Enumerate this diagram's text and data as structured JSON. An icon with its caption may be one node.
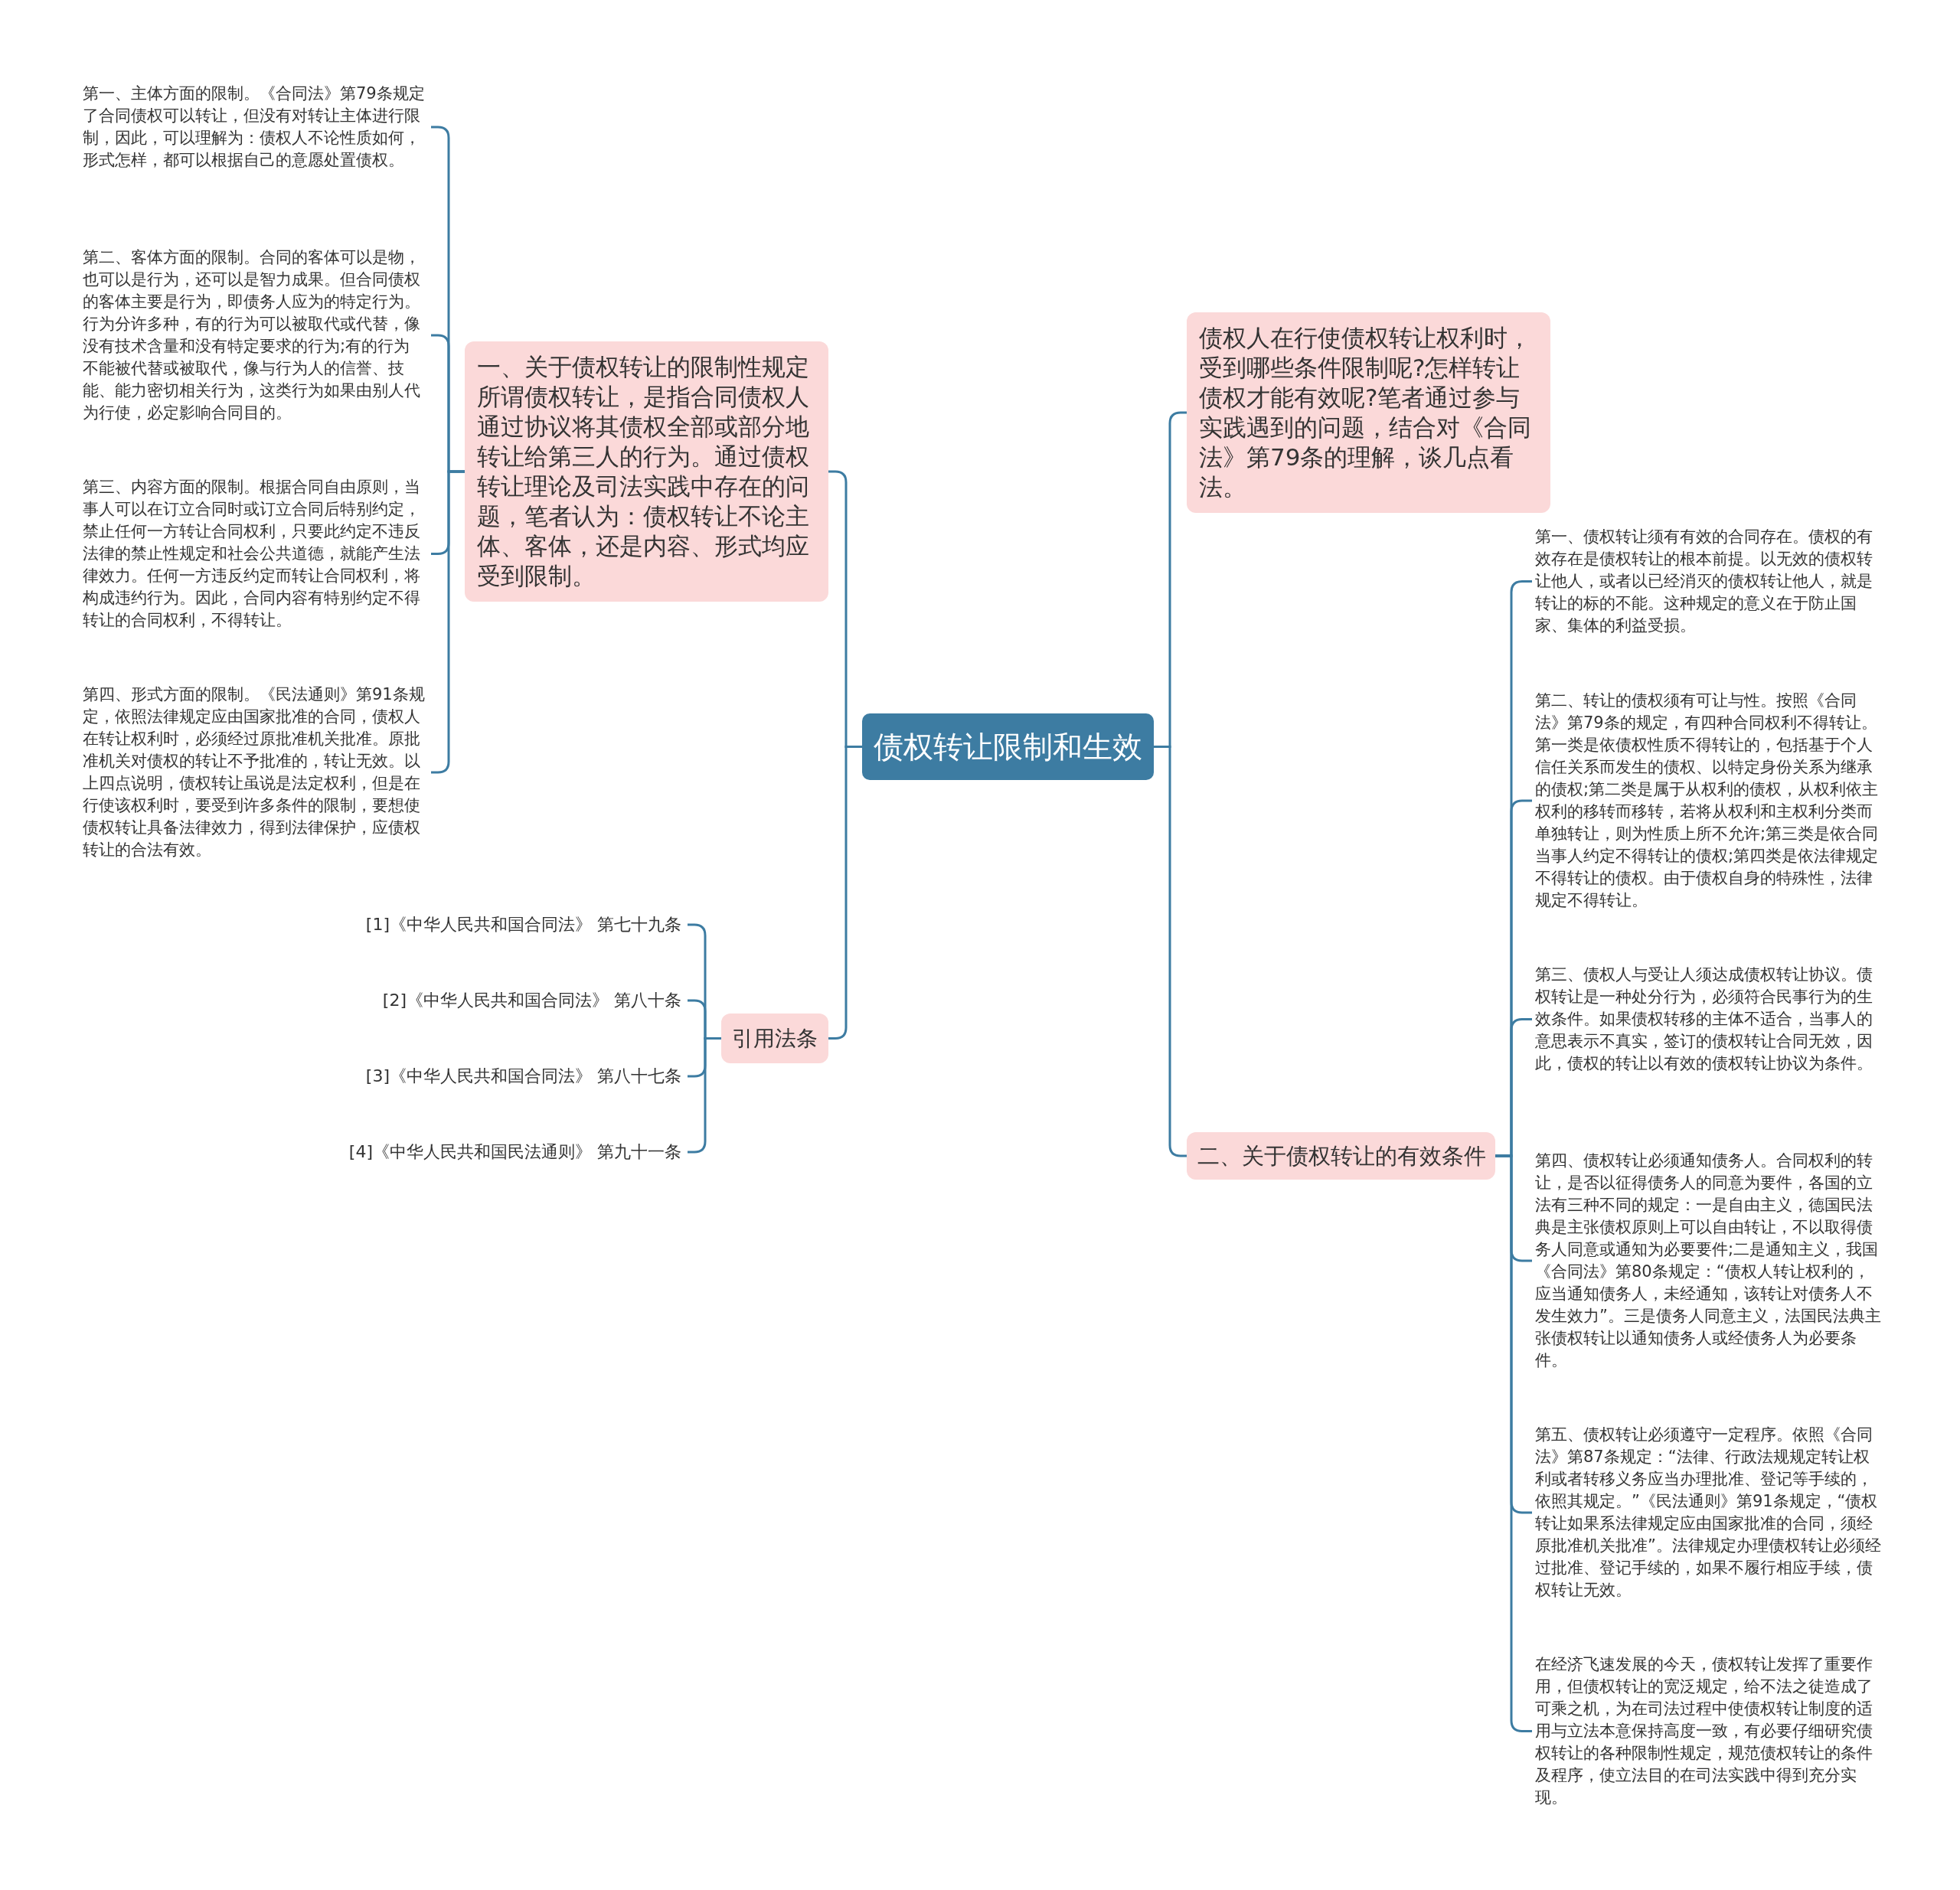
{
  "diagram": {
    "nodes": [
      {
        "text": [
          "债权转让限制和生效"
        ]
      },
      {
        "text": [
          "一、关于债权转让的限制性规定所谓债权转让，是指合同债权人通过协议将其债权全部或部分地转让给第三人的行为。通过债权转让理论及司法实践中存在的问题，笔者认为：债权转让不论主体、客体，还是内容、形式均应受到限制。"
        ]
      },
      {
        "text": [
          "第一、主体方面的限制。《合同法》第79条规定了合同债权可以转让，但没有对转让主体进行限制，因此，可以理解为：债权人不论性质如何，形式怎样，都可以根据自己的意愿处置债权。"
        ]
      },
      {
        "text": [
          "第二、客体方面的限制。合同的客体可以是物，也可以是行为，还可以是智力成果。但合同债权的客体主要是行为，即债务人应为的特定行为。行为分许多种，有的行为可以被取代或代替，像没有技术含量和没有特定要求的行为;有的行为不能被代替或被取代，像与行为人的信誉、技能、能力密切相关行为，这类行为如果由别人代为行使，必定影响合同目的。"
        ]
      },
      {
        "text": [
          "第三、内容方面的限制。根据合同自由原则，当事人可以在订立合同时或订立合同后特别约定，禁止任何一方转让合同权利，只要此约定不违反法律的禁止性规定和社会公共道德，就能产生法律效力。任何一方违反约定而转让合同权利，将构成违约行为。因此，合同内容有特别约定不得转让的合同权利，不得转让。"
        ]
      },
      {
        "text": [
          "第四、形式方面的限制。《民法通则》第91条规定，依照法律规定应由国家批准的合同，债权人在转让权利时，必须经过原批准机关批准。原批准机关对债权的转让不予批准的，转让无效。以上四点说明，债权转让虽说是法定权利，但是在行使该权利时，要受到许多条件的限制，要想使债权转让具备法律效力，得到法律保护，应债权转让的合法有效。"
        ]
      },
      {
        "text": [
          "引用法条"
        ]
      },
      {
        "text": [
          "[1]《中华人民共和国合同法》 第七十九条"
        ]
      },
      {
        "text": [
          "[2]《中华人民共和国合同法》 第八十条"
        ]
      },
      {
        "text": [
          "[3]《中华人民共和国合同法》 第八十七条"
        ]
      },
      {
        "text": [
          "[4]《中华人民共和国民法通则》 第九十一条"
        ]
      },
      {
        "text": [
          "债权人在行使债权转让权利时，受到哪些条件限制呢?怎样转让债权才能有效呢?笔者通过参与实践遇到的问题，结合对《合同法》第79条的理解，谈几点看法。"
        ]
      },
      {
        "text": [
          "二、关于债权转让的有效条件"
        ]
      },
      {
        "text": [
          "第一、债权转让须有有效的合同存在。债权的有效存在是债权转让的根本前提。以无效的债权转让他人，或者以已经消灭的债权转让他人，就是转让的标的不能。这种规定的意义在于防止国家、集体的利益受损。"
        ]
      },
      {
        "text": [
          "第二、转让的债权须有可让与性。按照《合同法》第79条的规定，有四种合同权利不得转让。第一类是依债权性质不得转让的，包括基于个人信任关系而发生的债权、以特定身份关系为继承的债权;第二类是属于从权利的债权，从权利依主权利的移转而移转，若将从权利和主权利分类而单独转让，则为性质上所不允许;第三类是依合同当事人约定不得转让的债权;第四类是依法律规定不得转让的债权。由于债权自身的特殊性，法律规定不得转让。"
        ]
      },
      {
        "text": [
          "第三、债权人与受让人须达成债权转让协议。债权转让是一种处分行为，必须符合民事行为的生效条件。如果债权转移的主体不适合，当事人的意思表示不真实，签订的债权转让合同无效，因此，债权的转让以有效的债权转让协议为条件。"
        ]
      },
      {
        "text": [
          "第四、债权转让必须通知债务人。合同权利的转让，是否以征得债务人的同意为要件，各国的立法有三种不同的规定：一是自由主义，德国民法典是主张债权原则上可以自由转让，不以取得债务人同意或通知为必要要件;二是通知主义，我国《合同法》第80条规定：“债权人转让权利的，应当通知债务人，未经通知，该转让对债务人不发生效力”。三是债务人同意主义，法国民法典主张债权转让以通知债务人或经债务人为必要条件。"
        ]
      },
      {
        "text": [
          "第五、债权转让必须遵守一定程序。依照《合同法》第87条规定：“法律、行政法规规定转让权利或者转移义务应当办理批准、登记等手续的，依照其规定。”《民法通则》第91条规定，“债权转让如果系法律规定应由国家批准的合同，须经原批准机关批准”。法律规定办理债权转让必须经过批准、登记手续的，如果不履行相应手续，债权转让无效。"
        ]
      },
      {
        "text": [
          "在经济飞速发展的今天，债权转让发挥了重要作用，但债权转让的宽泛规定，给不法之徒造成了可乘之机，为在司法过程中使债权转让制度的适用与立法本意保持高度一致，有必要仔细研究债权转让的各种限制性规定，规范债权转让的条件及程序，使立法目的在司法实践中得到充分实现。"
        ]
      }
    ],
    "edges": [
      {
        "from": 0,
        "to": 1,
        "arrow": "none"
      },
      {
        "from": 0,
        "to": 6,
        "arrow": "none"
      },
      {
        "from": 0,
        "to": 11,
        "arrow": "none"
      },
      {
        "from": 0,
        "to": 12,
        "arrow": "none"
      },
      {
        "from": 1,
        "to": 2,
        "arrow": "none"
      },
      {
        "from": 1,
        "to": 3,
        "arrow": "none"
      },
      {
        "from": 1,
        "to": 4,
        "arrow": "none"
      },
      {
        "from": 1,
        "to": 5,
        "arrow": "none"
      },
      {
        "from": 6,
        "to": 7,
        "arrow": "none"
      },
      {
        "from": 6,
        "to": 8,
        "arrow": "none"
      },
      {
        "from": 6,
        "to": 9,
        "arrow": "none"
      },
      {
        "from": 6,
        "to": 10,
        "arrow": "none"
      },
      {
        "from": 12,
        "to": 13,
        "arrow": "none"
      },
      {
        "from": 12,
        "to": 14,
        "arrow": "none"
      },
      {
        "from": 12,
        "to": 15,
        "arrow": "none"
      },
      {
        "from": 12,
        "to": 16,
        "arrow": "none"
      },
      {
        "from": 12,
        "to": 17,
        "arrow": "none"
      },
      {
        "from": 12,
        "to": 18,
        "arrow": "none"
      }
    ]
  }
}
